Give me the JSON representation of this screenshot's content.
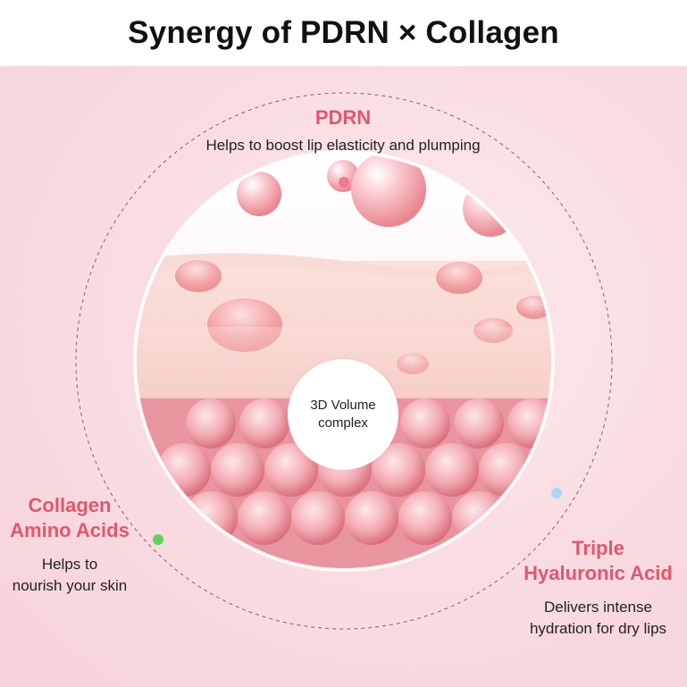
{
  "title": "Synergy of PDRN × Collagen",
  "pdrn": {
    "heading": "PDRN",
    "desc": "Helps to boost lip elasticity and plumping",
    "dot_color": "#f07a93"
  },
  "collagen": {
    "heading_line1": "Collagen",
    "heading_line2": "Amino Acids",
    "desc_line1": "Helps to",
    "desc_line2": "nourish your skin",
    "dot_color": "#5fd35f"
  },
  "hyaluronic": {
    "heading_line1": "Triple",
    "heading_line2": "Hyaluronic Acid",
    "desc_line1": "Delivers intense",
    "desc_line2": "hydration for dry lips",
    "dot_color": "#a9d7f5"
  },
  "center_badge": {
    "line1": "3D Volume",
    "line2": "complex"
  },
  "colors": {
    "accent": "#e0576f",
    "background": "#f9dde2"
  }
}
